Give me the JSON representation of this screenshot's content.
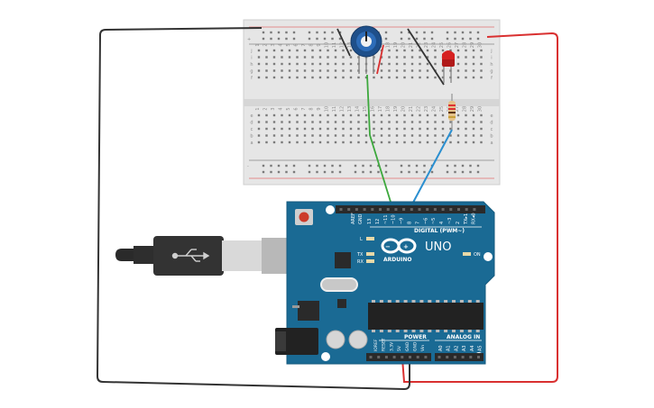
{
  "breadboard": {
    "column_numbers": [
      "1",
      "2",
      "3",
      "4",
      "5",
      "6",
      "7",
      "8",
      "9",
      "10",
      "11",
      "12",
      "13",
      "14",
      "15",
      "16",
      "17",
      "18",
      "19",
      "20",
      "21",
      "22",
      "23",
      "24",
      "25",
      "26",
      "27",
      "28",
      "29",
      "30"
    ],
    "rows_top": [
      "j",
      "i",
      "h",
      "g",
      "f"
    ],
    "rows_bottom": [
      "e",
      "d",
      "c",
      "b",
      "a"
    ],
    "rail_plus": "+",
    "rail_minus": "-"
  },
  "arduino": {
    "logo_text": "UNO",
    "brand_text": "ARDUINO",
    "digital_label": "DIGITAL (PWM~)",
    "power_label": "POWER",
    "analog_label": "ANALOG IN",
    "on_label": "ON",
    "l_label": "L",
    "tx_label": "TX",
    "rx_label": "RX",
    "aref_label": "AREF",
    "gnd_label": "GND",
    "digital_pins": [
      "13",
      "12",
      "~11",
      "~10",
      "~9",
      "8",
      "7",
      "~6",
      "~5",
      "4",
      "~3",
      "2",
      "TX▸1",
      "RX◂0"
    ],
    "power_pins": [
      "IOREF",
      "RESET",
      "3.3V",
      "5V",
      "GND",
      "GND",
      "Vin"
    ],
    "analog_pins": [
      "A0",
      "A1",
      "A2",
      "A3",
      "A4",
      "A5"
    ]
  },
  "components": {
    "potentiometer": "potentiometer",
    "led": "red LED",
    "resistor": "resistor",
    "usb_cable": "USB cable"
  },
  "colors": {
    "board_blue": "#1a6a94",
    "breadboard": "#e8e8e8",
    "wire_red": "#d93030",
    "wire_black": "#333333",
    "wire_green": "#3ca83c",
    "wire_blue": "#2b8fd0",
    "led_red": "#cc2020"
  }
}
